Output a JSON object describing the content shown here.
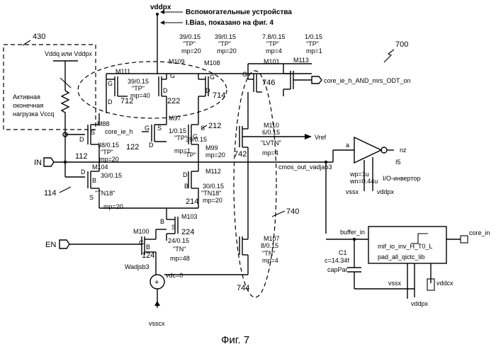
{
  "figure": {
    "caption": "Фиг. 7",
    "ref_number": "700"
  },
  "rails": {
    "vddpx_top": "vddpx",
    "aux_devices": "Вспомогательные устройства",
    "ibias": "I.Bias, показано на фиг. 4",
    "vsscx": "vsscx",
    "vssx": "vssx",
    "vddpx_inv": "vddpx",
    "vssx_buf": "vssx",
    "vddpx_buf": "vddpx",
    "vddcx": "vddcx"
  },
  "termination": {
    "ref": "430",
    "supply": "Vddq или Vddpx",
    "label_lines": [
      "Активная",
      "оконечная",
      "нагрузка Vccq"
    ]
  },
  "inputs": {
    "in": "IN",
    "en": "EN",
    "core_ie_h": "core_ie_h",
    "core_ie_h_and": "core_ie_h_AND_mrs_ODT_on",
    "vref": "Vref",
    "wadjsb3": "Wadjsb3",
    "vdc": "vdc=0"
  },
  "top_params": [
    {
      "size": "39/0.15",
      "type": "\"TP\"",
      "mp": "mp=20"
    },
    {
      "size": "39/0.15",
      "type": "\"TP\"",
      "mp": "mp=20"
    },
    {
      "size": "7.8/0.15",
      "type": "\"TP\"",
      "mp": "mp=4"
    },
    {
      "size": "1/0.15",
      "type": "\"TP\"",
      "mp": "mp=1"
    }
  ],
  "transistors": {
    "m111": {
      "name": "M111",
      "size": "39/0.15",
      "type": "\"TP\"",
      "mp": "mp=40"
    },
    "m109": {
      "name": "M109"
    },
    "m108": {
      "name": "M108"
    },
    "m101": {
      "name": "M101"
    },
    "m113": {
      "name": "M113"
    },
    "m88": {
      "name": "M88",
      "size": "38/0.15",
      "type": "\"TP\"",
      "mp": "mp=20"
    },
    "m97": {
      "name": "M97",
      "size": "1/0.15",
      "type": "\"TP\"",
      "mp": "mp=1"
    },
    "m99": {
      "name": "M99",
      "size": "39/0.15",
      "type": "\"TP\"",
      "mp": "mp=20"
    },
    "m110": {
      "name": "M110",
      "size": "6/0.15",
      "type": "\"LVTN\"",
      "mp": "mp=4"
    },
    "m104": {
      "name": "M104",
      "size": "30/0.15",
      "type": "\"TN18\"",
      "mp": "mp=20"
    },
    "m112": {
      "name": "M112",
      "size": "30/0.15",
      "type": "\"TN18\"",
      "mp": "mp=20"
    },
    "m103": {
      "name": "M103"
    },
    "m100": {
      "name": "M100",
      "size": "24/0.15",
      "type": "\"TN\"",
      "mp": "mp=48"
    },
    "m107": {
      "name": "M107",
      "size": "8/0.15",
      "type": "\"TN\"",
      "mp": "mp=4"
    }
  },
  "node_labels": [
    "712",
    "222",
    "714",
    "746",
    "212",
    "122",
    "742",
    "112",
    "214",
    "114",
    "224",
    "124",
    "740",
    "744"
  ],
  "pins": {
    "G": "G",
    "S": "S",
    "D": "D",
    "B": "B"
  },
  "inverter": {
    "input": "a",
    "output": "nz",
    "id": "I5",
    "wp": "wp=1u",
    "wn": "wn=0.44u",
    "name": "I/O-инвертор"
  },
  "net": {
    "cmos_out": "cmos_out_vadjab3",
    "buffer_in": "buffer_in",
    "core_in": "core_in"
  },
  "buffer": {
    "line1": "mif_io_inv_H_T0_L",
    "line2": "pad_all_qictc_lib"
  },
  "capacitor": {
    "name": "C1",
    "value": "c=14.34f",
    "type": "capPar"
  },
  "source_symbol": "+"
}
